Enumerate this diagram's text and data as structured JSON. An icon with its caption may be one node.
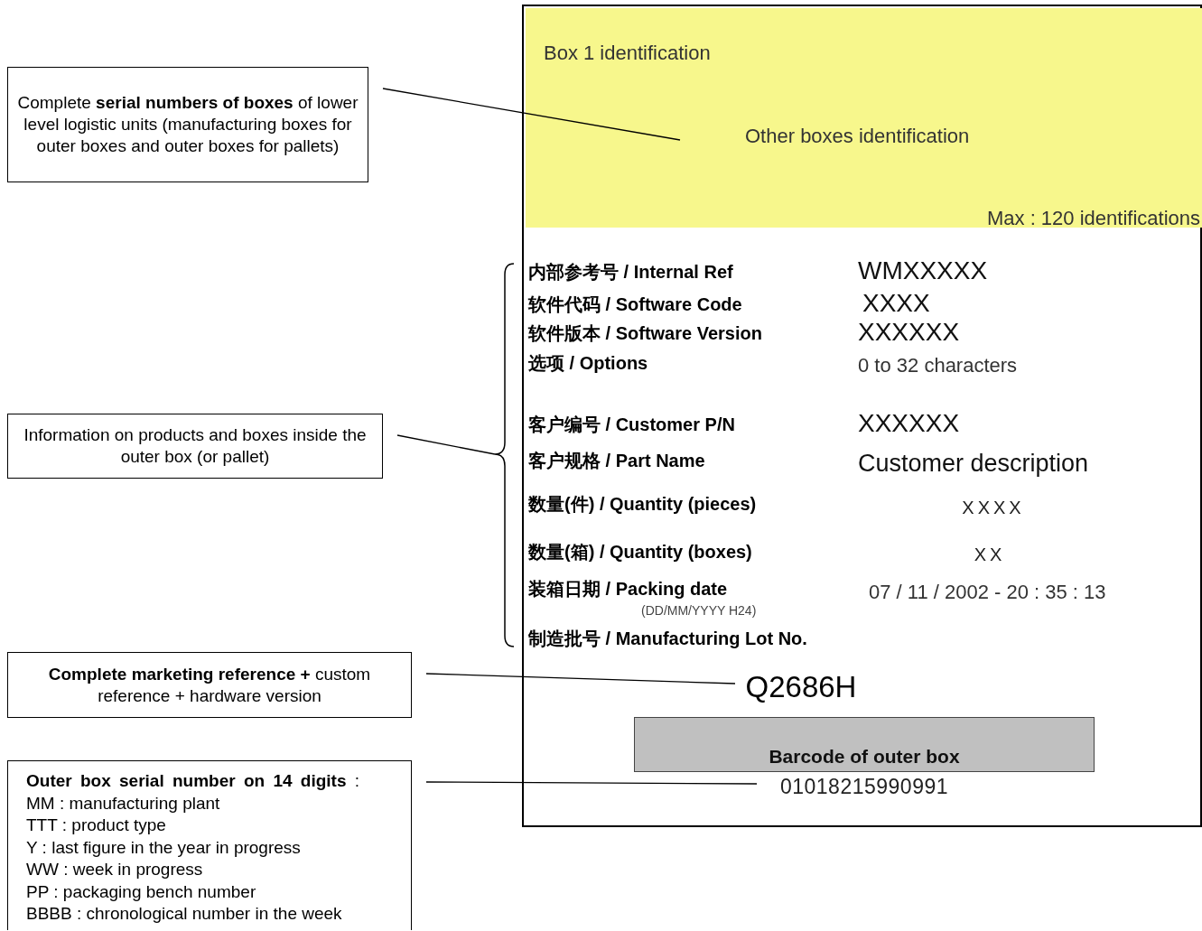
{
  "diagram": {
    "nodes": [
      {
        "text": [
          "Complete **serial numbers of boxes** of lower level logistic units (manufacturing boxes  for outer boxes and outer boxes for pallets)"
        ]
      },
      {
        "text": [
          "Information on products and boxes inside the outer box (or pallet)"
        ]
      },
      {
        "text": [
          "**Complete marketing reference +** custom reference + hardware version"
        ]
      },
      {
        "text": [
          "**Outer box serial number on 14 digits** :",
          "MM : manufacturing plant",
          "TTT : product type",
          "Y : last figure in the year in progress",
          "WW : week in progress",
          "PP : packaging bench number",
          "BBBB : chronological number in the week"
        ]
      },
      {
        "text": [],
        "shape": "box"
      },
      {
        "text": [
          "Box 1 identification",
          "Other boxes identification",
          "Max : 120 identifications"
        ],
        "in": 4
      },
      {
        "text": [],
        "shape": "brace"
      },
      {
        "text": [
          "Q2686H"
        ],
        "in": 4
      },
      {
        "text": [
          "Barcode of outer box"
        ],
        "in": 4
      },
      {
        "text": [
          "01018215990991"
        ],
        "in": 4
      }
    ],
    "edges": [
      {
        "from": 0,
        "to": 5,
        "arrow": "none"
      },
      {
        "from": 1,
        "to": 6,
        "arrow": "none"
      },
      {
        "from": 2,
        "to": 7,
        "arrow": "none"
      },
      {
        "from": 3,
        "to": 9,
        "arrow": "none"
      }
    ],
    "labels": [
      "内部参考号 / Internal Ref",
      "WMXXXXX",
      "软件代码 / Software Code",
      "XXXX",
      "软件版本 / Software Version",
      "XXXXXX",
      "选项 / Options",
      "0 to 32 characters",
      "客户编号 / Customer P/N",
      "XXXXXX",
      "客户规格 / Part Name",
      "Customer description",
      "数量(件) / Quantity (pieces)",
      "XXXX",
      "数量(箱) / Quantity (boxes)",
      "XX",
      "装箱日期 / Packing date",
      "07 / 11 / 2002 - 20 : 35 : 13",
      "(DD/MM/YYYY H24)",
      "制造批号 / Manufacturing Lot No."
    ]
  }
}
